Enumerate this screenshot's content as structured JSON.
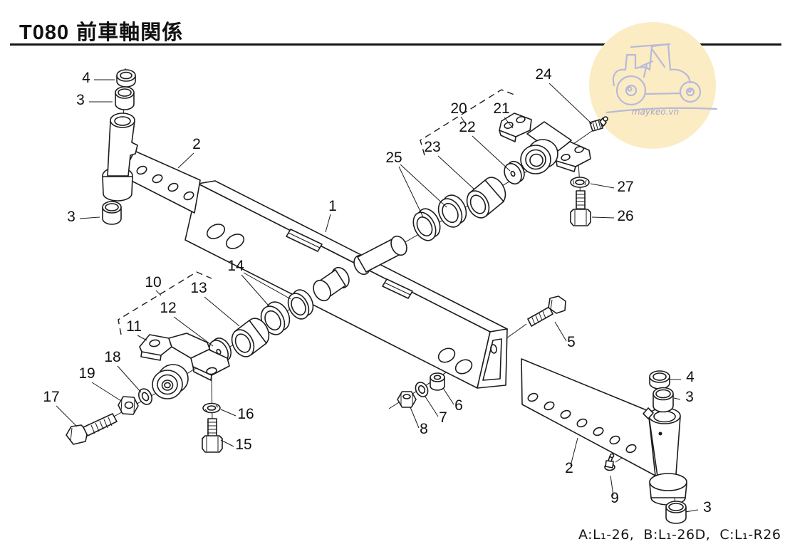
{
  "page": {
    "title_code": "T080",
    "title_text": "前車軸関係",
    "note": "A:L₁-26,  B:L₁-26D,  C:L₁-R26"
  },
  "watermark": {
    "text": "maykeo.vn",
    "circle_color": "#fbecc4",
    "line_color": "#b7bad8"
  },
  "diagram": {
    "description": "Exploded parts diagram of tractor front axle",
    "labels": [
      {
        "id": "cap-left",
        "text": "4"
      },
      {
        "id": "bushing-left-top",
        "text": "3"
      },
      {
        "id": "arm-left",
        "text": "2"
      },
      {
        "id": "bushing-left-bottom",
        "text": "3"
      },
      {
        "id": "grease-fitting-rear",
        "text": "24"
      },
      {
        "id": "group-rear",
        "text": "20"
      },
      {
        "id": "bracket-rear",
        "text": "21"
      },
      {
        "id": "washer-rear",
        "text": "22"
      },
      {
        "id": "bushing-rear",
        "text": "23"
      },
      {
        "id": "seals-rear",
        "text": "25"
      },
      {
        "id": "lock-washer-rear",
        "text": "27"
      },
      {
        "id": "bolt-rear",
        "text": "26"
      },
      {
        "id": "axle-beam",
        "text": "1"
      },
      {
        "id": "seals-front",
        "text": "14"
      },
      {
        "id": "group-front",
        "text": "10"
      },
      {
        "id": "bushing-front",
        "text": "13"
      },
      {
        "id": "washer-front",
        "text": "12"
      },
      {
        "id": "bracket-front",
        "text": "11"
      },
      {
        "id": "washer-18",
        "text": "18"
      },
      {
        "id": "nut-19",
        "text": "19"
      },
      {
        "id": "bolt-17",
        "text": "17"
      },
      {
        "id": "lock-washer-16",
        "text": "16"
      },
      {
        "id": "bolt-15",
        "text": "15"
      },
      {
        "id": "bolt-5",
        "text": "5"
      },
      {
        "id": "spacer-6",
        "text": "6"
      },
      {
        "id": "washer-7",
        "text": "7"
      },
      {
        "id": "nut-8",
        "text": "8"
      },
      {
        "id": "arm-right",
        "text": "2"
      },
      {
        "id": "grease-fitting-9",
        "text": "9"
      },
      {
        "id": "cap-right",
        "text": "4"
      },
      {
        "id": "bushing-right-top",
        "text": "3"
      },
      {
        "id": "bushing-right-bottom",
        "text": "3"
      }
    ]
  }
}
